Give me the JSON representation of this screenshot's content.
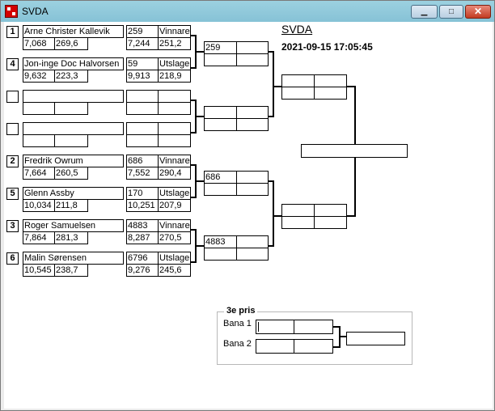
{
  "window": {
    "title": "SVDA"
  },
  "header": {
    "title": "SVDA",
    "datetime": "2021-09-15 17:05:45"
  },
  "matches": [
    {
      "p1": {
        "seed": "1",
        "name": "Arne Christer Kallevik",
        "avg": "7,068",
        "pts": "269,6"
      },
      "p2": {
        "seed": "4",
        "name": "Jon-inge Doc Halvorsen",
        "avg": "9,632",
        "pts": "223,3"
      },
      "r1": {
        "score": "259",
        "status": "Vinnare",
        "avg": "7,244",
        "pts": "251,2"
      },
      "r2": {
        "score": "59",
        "status": "Utslagen",
        "avg": "9,913",
        "pts": "218,9"
      },
      "winner": "259"
    },
    {
      "p1": {
        "seed": "",
        "name": "",
        "avg": "",
        "pts": ""
      },
      "p2": {
        "seed": "",
        "name": "",
        "avg": "",
        "pts": ""
      },
      "r1": {
        "score": "",
        "status": "",
        "avg": "",
        "pts": ""
      },
      "r2": {
        "score": "",
        "status": "",
        "avg": "",
        "pts": ""
      },
      "winner": ""
    },
    {
      "p1": {
        "seed": "2",
        "name": "Fredrik Owrum",
        "avg": "7,664",
        "pts": "260,5"
      },
      "p2": {
        "seed": "5",
        "name": "Glenn Assby",
        "avg": "10,034",
        "pts": "211,8"
      },
      "r1": {
        "score": "686",
        "status": "Vinnare",
        "avg": "7,552",
        "pts": "290,4"
      },
      "r2": {
        "score": "170",
        "status": "Utslagen",
        "avg": "10,251",
        "pts": "207,9"
      },
      "winner": "686"
    },
    {
      "p1": {
        "seed": "3",
        "name": "Roger Samuelsen",
        "avg": "7,864",
        "pts": "281,3"
      },
      "p2": {
        "seed": "6",
        "name": "Malin Sørensen",
        "avg": "10,545",
        "pts": "238,7"
      },
      "r1": {
        "score": "4883",
        "status": "Vinnare",
        "avg": "8,287",
        "pts": "270,5"
      },
      "r2": {
        "score": "6796",
        "status": "Utslagen",
        "avg": "9,276",
        "pts": "245,6"
      },
      "winner": "4883"
    }
  ],
  "semis": [
    "",
    ""
  ],
  "final": "",
  "third_place": {
    "legend": "3e pris",
    "bana1": "Bana 1",
    "bana2": "Bana 2",
    "winner": ""
  }
}
